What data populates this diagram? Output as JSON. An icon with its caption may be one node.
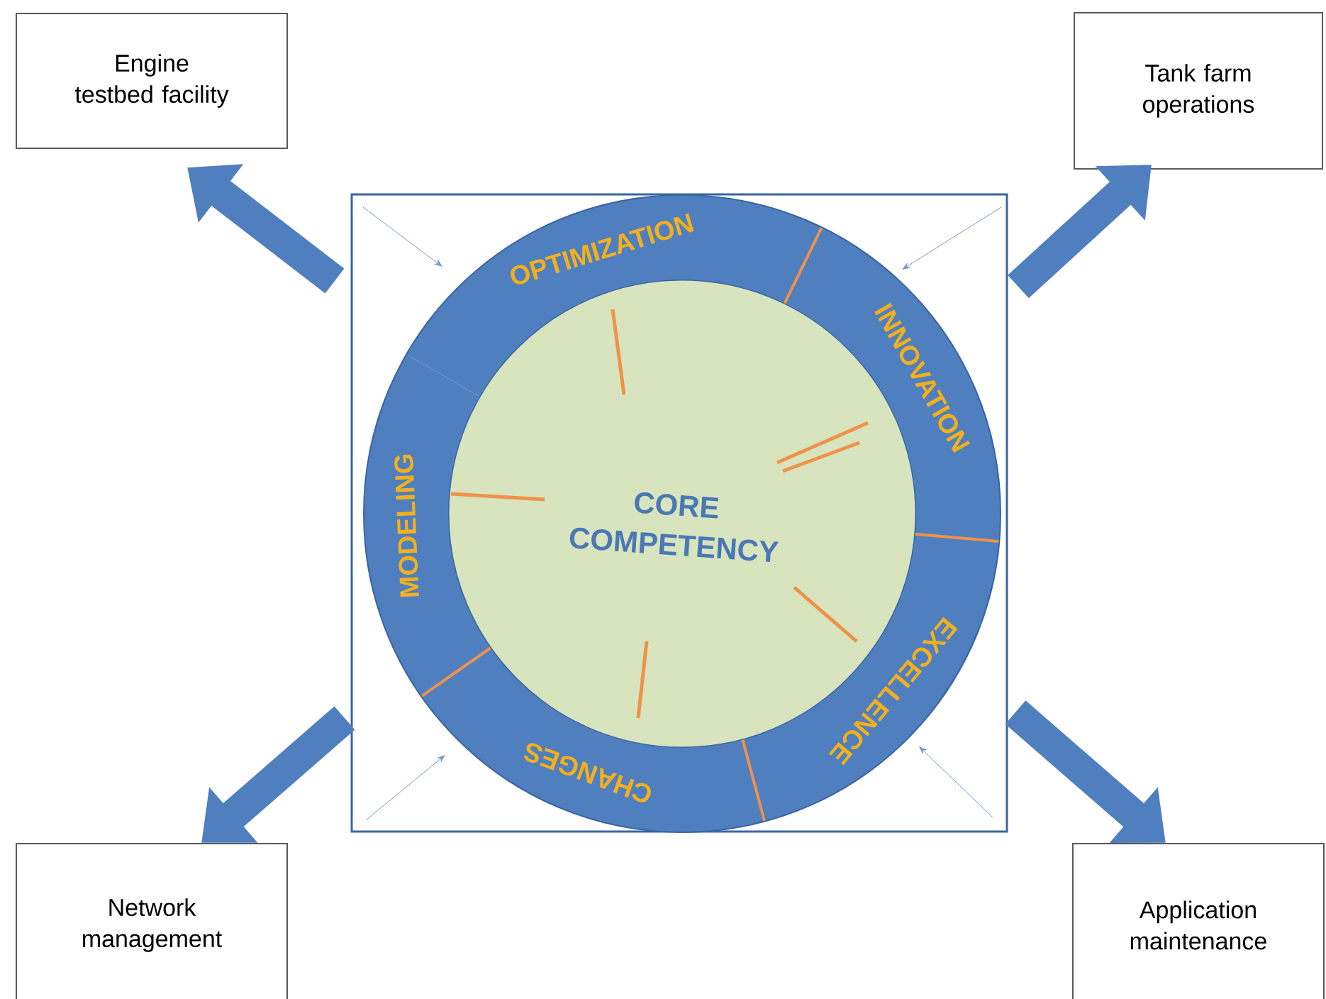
{
  "diagram": {
    "nodes": [
      {
        "text": [],
        "shape": "box"
      },
      {
        "text": [
          "CORE COMPETENCY"
        ],
        "in": 0
      },
      {
        "text": [
          "OPTIMIZATION"
        ],
        "in": 0
      },
      {
        "text": [
          "INNOVATION"
        ],
        "in": 0
      },
      {
        "text": [
          "EXCELLENCE"
        ],
        "in": 0
      },
      {
        "text": [
          "CHANGES"
        ],
        "in": 0
      },
      {
        "text": [
          "MODELING"
        ],
        "in": 0
      },
      {
        "text": [
          "Engine testbed facility"
        ]
      },
      {
        "text": [
          "Tank farm operations"
        ]
      },
      {
        "text": [
          "Network management"
        ]
      },
      {
        "text": [
          "Application maintenance"
        ]
      }
    ],
    "edges": [
      {
        "from": 0,
        "to": 7,
        "arrow": "to",
        "style": "thick"
      },
      {
        "from": 0,
        "to": 8,
        "arrow": "to",
        "style": "thick"
      },
      {
        "from": 0,
        "to": 9,
        "arrow": "to",
        "style": "thick"
      },
      {
        "from": 0,
        "to": 10,
        "arrow": "to",
        "style": "thick"
      },
      {
        "from": null,
        "to": 2,
        "arrow": "to"
      },
      {
        "from": null,
        "to": 3,
        "arrow": "to"
      },
      {
        "from": null,
        "to": 4,
        "arrow": "to"
      },
      {
        "from": null,
        "to": 5,
        "arrow": "to"
      }
    ]
  }
}
